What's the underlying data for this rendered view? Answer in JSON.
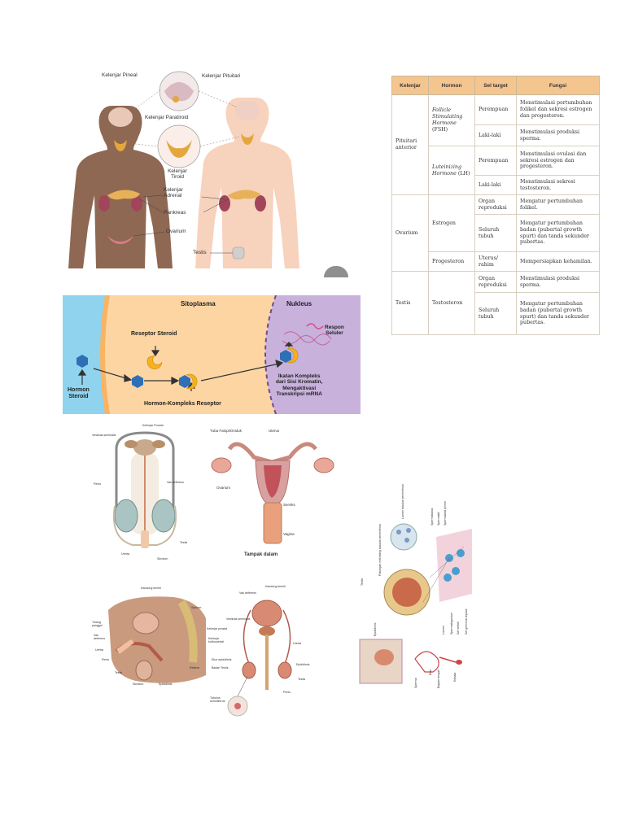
{
  "endocrine": {
    "labels": {
      "pineal": "Kelenjar Pineal",
      "pituitary": "Kelenjar Pituitari",
      "parathyroid": "Kelenjar Paratiroid",
      "thyroid": "Kelenjar Tiroid",
      "adrenal": "Kelenjar Adrenal",
      "pancreas": "Pankreas",
      "ovary": "Ovarium",
      "testis": "Testis"
    }
  },
  "table": {
    "headers": [
      "Kelenjar",
      "Hormon",
      "Sel target",
      "Fungsi"
    ],
    "glands": {
      "pituitary": "Pituitari anterior",
      "ovary": "Ovarium",
      "testis": "Testis"
    },
    "hormones": {
      "fsh": "Follicle Stimulating Hormone",
      "fsh_abbr": "(FSH)",
      "lh": "Luteinizing Hormone",
      "lh_abbr": "(LH)",
      "estrogen": "Estrogen",
      "progesterone": "Progesteron",
      "testosterone": "Testosteron"
    },
    "targets": {
      "female": "Perempuan",
      "male": "Laki-laki",
      "repro_organ": "Organ reproduksi",
      "whole_body": "Seluruh tubuh",
      "uterus": "Uterus/ rahim"
    },
    "functions": {
      "fsh_female": "Menstimulasi pertumbuhan folikel dan sekresi estrogen dan progesteron.",
      "fsh_male": "Menstimulasi produksi sperma.",
      "lh_female": "Menstimulasi ovulasi dan sekresi estrogen dan progesteron.",
      "lh_male": "Menstimulasi sekresi testosteron.",
      "estrogen_organ": "Mengatur pertumbuhan folikel.",
      "estrogen_body": "Mengatur pertumbuhan badan (pubertal growth spurt) dan tanda sekunder pubertas.",
      "progesterone_uterus": "Mempersiapkan kehamilan.",
      "testosterone_organ": "Menstimulasi produksi sperma.",
      "testosterone_body": "Mengatur pertumbuhan badan (pubertal growth spurt) dan tanda sekunder pubertas."
    }
  },
  "steroid": {
    "cytoplasm": "Sitoplasma",
    "nucleus": "Nukleus",
    "receptor": "Reseptor Steroid",
    "response_line1": "Respon",
    "response_line2": "Seluler",
    "hormone_line1": "Hormon",
    "hormone_line2": "Steroid",
    "complex": "Hormon-Kompleks Reseptor",
    "binding_line1": "Ikatan Kompleks",
    "binding_line2": "dari Sisi Kromatin,",
    "binding_line3": "Mengaktivasi",
    "binding_line4": "Transkripsi mRNA",
    "colors": {
      "left": "#8fd3ee",
      "cytoplasm": "#fcd5a3",
      "nucleus": "#c8b2dc",
      "hex": "#2f6fb5",
      "receptor": "#f6b11d"
    }
  },
  "male_front": {
    "labels": {
      "prostate": "Kelenjar Prostat",
      "vesicle": "Vesikula seminalis",
      "penis": "Penis",
      "vas": "Vas deferens",
      "testis": "Testis",
      "urethra": "Uretra",
      "scrotum": "Skrotum"
    }
  },
  "female": {
    "labels": {
      "tube": "Tuba Falopi/Oviduk",
      "uterus": "Uterus",
      "ovary": "Ovarium",
      "cervix": "Serviks",
      "vagina": "Vagina",
      "caption": "Tampak dalam"
    }
  },
  "male_side": {
    "labels": {
      "bladder": "Kandung kemih",
      "sacrum": "Sacrum",
      "pubic": "Tulang panggul",
      "vas": "Vas deferens",
      "urethra": "Uretra",
      "penis": "Penis",
      "testis": "Testis",
      "scrotum": "Skrotum",
      "epididymis": "Epididimis",
      "rectum": "Rektum"
    }
  },
  "male_front2": {
    "labels": {
      "bladder": "Kandung kemih",
      "vas": "Vas deferens",
      "vesicle": "Vesikula seminalis",
      "prostate": "Kelenjar prostat",
      "bulbo": "Kelenjar bulbouretral",
      "urethra": "Uretra",
      "epi_head": "Ekor epididimis",
      "testis_body": "Badan Testis",
      "epididymis": "Epididimis",
      "testis": "Testis",
      "penis": "Penis",
      "tubule": "Tubulus seminiferus"
    }
  },
  "sperm": {
    "labels": {
      "testis": "Testis",
      "tubules": "Potongan melintang tubulus seminiferus",
      "tubule_cs": "Lumen tubulus seminiferus",
      "spermatozoa": "Spermatozoa",
      "spermatid": "Spermatid",
      "spermatocyte": "Spermatosit primer",
      "germ": "Sel germinal diploid",
      "sertoli": "Sel sertoli",
      "spermatogonium": "Spermatogonium",
      "lumen": "Lumen",
      "epididymis": "Epididimis",
      "sperm": "Sperma",
      "tail": "Ekor",
      "midpiece": "Bagian tengah",
      "head": "Kepala"
    }
  }
}
